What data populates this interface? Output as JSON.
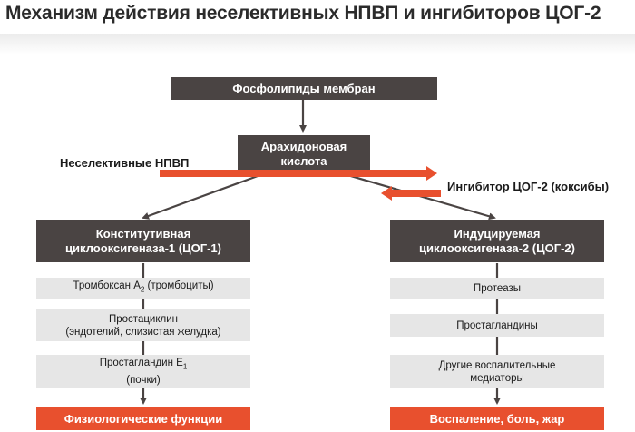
{
  "title": "Механизм действия неселективных НПВП и ингибиторов ЦОГ-2",
  "nodes": {
    "phospholipids": "Фосфолипиды мембран",
    "arachidonic": [
      "Арахидоновая",
      "кислота"
    ],
    "cox1": [
      "Конститутивная",
      "циклооксигеназа-1 (ЦОГ-1)"
    ],
    "cox2": [
      "Индуцируемая",
      "циклооксигеназа-2 (ЦОГ-2)"
    ]
  },
  "inhibitors": {
    "nonselective": "Неселективные НПВП",
    "cox2_inhibitor": "Ингибитор ЦОГ-2 (коксибы)"
  },
  "left_column": {
    "items": [
      {
        "text": "Тромбоксан A",
        "sub": "2",
        "text_after": " (тромбоциты)"
      },
      {
        "line1": "Простациклин",
        "line2": "(эндотелий, слизистая желудка)"
      },
      {
        "text": "Простагландин E",
        "sub": "1",
        "line2": "(почки)"
      }
    ],
    "result": "Физиологические функции"
  },
  "right_column": {
    "items": [
      "Протеазы",
      "Простагландины",
      [
        "Другие воспалительные",
        "медиаторы"
      ]
    ],
    "result": "Воспаление, боль, жар"
  },
  "colors": {
    "dark_box": "#4a4443",
    "light_box": "#e6e6e6",
    "accent": "#e8502e",
    "arrow": "#4a4443"
  }
}
